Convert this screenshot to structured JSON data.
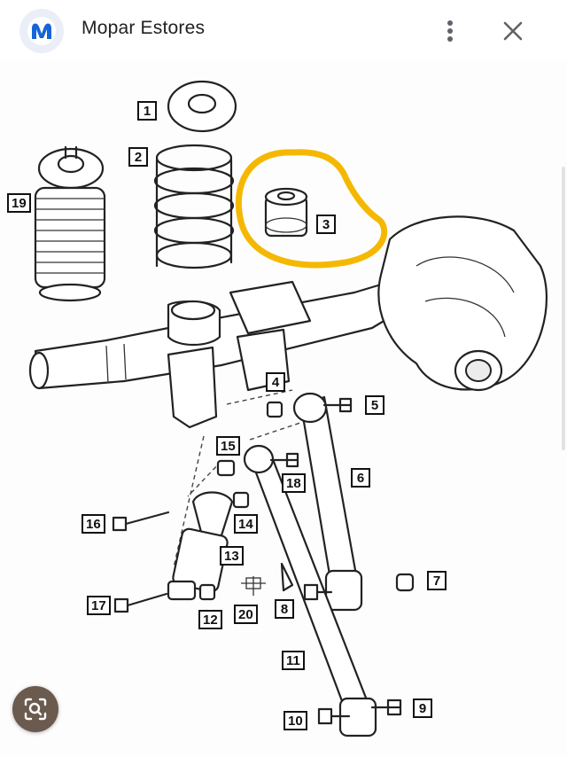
{
  "header": {
    "site_title": "Mopar Estores",
    "more_icon": "more-vertical-icon",
    "close_icon": "close-icon"
  },
  "diagram": {
    "highlight_color": "#f5b800",
    "callouts": [
      "1",
      "2",
      "3",
      "4",
      "5",
      "6",
      "7",
      "8",
      "9",
      "10",
      "11",
      "12",
      "13",
      "14",
      "15",
      "16",
      "17",
      "18",
      "19",
      "20"
    ]
  },
  "lens_icon": "visual-search-icon"
}
